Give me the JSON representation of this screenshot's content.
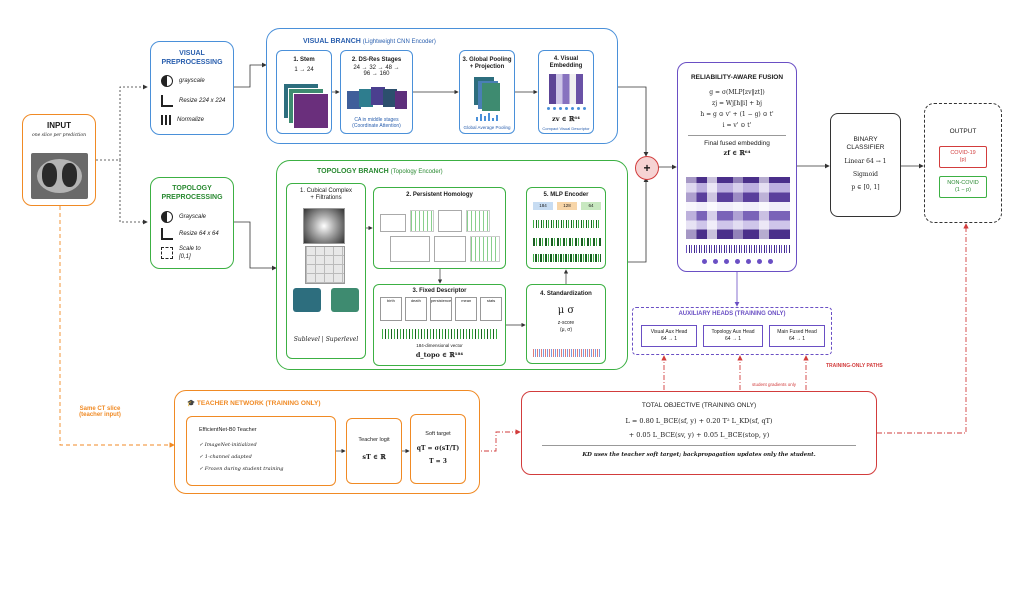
{
  "input": {
    "title": "INPUT",
    "subtitle": "one slice per prediction",
    "teacher_note": "Same CT slice",
    "teacher_note2": "(teacher input)"
  },
  "visual_pre": {
    "title_line1": "VISUAL",
    "title_line2": "PREPROCESSING",
    "items": [
      "grayscale",
      "Resize 224 x 224",
      "Normalize"
    ]
  },
  "topo_pre": {
    "title_line1": "TOPOLOGY",
    "title_line2": "PREPROCESSING",
    "items": [
      "Grayscale",
      "Resize 64 x 64",
      "Scale to",
      "[0,1]"
    ]
  },
  "visual_branch": {
    "title": "VISUAL BRANCH",
    "subtitle": "(Lightweight CNN Encoder)",
    "stem_title": "1. Stem",
    "stem_dims": "1 → 24",
    "ds_title": "2. DS-Res Stages",
    "ds_dims1": "24 → 32 → 48 →",
    "ds_dims2": "96 → 160",
    "ds_note1": "CA in middle stages",
    "ds_note2": "(Coordinate Attention)",
    "gp_title1": "3. Global Pooling",
    "gp_title2": "+ Projection",
    "gp_note": "Global Average Pooling",
    "ve_title1": "4. Visual",
    "ve_title2": "Embedding",
    "ve_formula": "zv ∈ ℝ⁶⁴",
    "ve_note": "Compact Visual Descriptor"
  },
  "topo_branch": {
    "title": "TOPOLOGY BRANCH",
    "subtitle": "(Topology Encoder)",
    "cc_title1": "1. Cubical Complex",
    "cc_title2": "+ Filtrations",
    "cc_note": "Sublevel | Superlevel",
    "ph_title": "2. Persistent Homology",
    "fd_title": "3. Fixed Descriptor",
    "fd_cols": [
      "birth",
      "death",
      "persistence",
      "mean",
      "stats"
    ],
    "fd_note": "184-dimensional vector",
    "fd_formula": "d_topo ∈ ℝ¹⁸⁴",
    "mlp_title": "5. MLP Encoder",
    "mlp_dims": [
      "184",
      "128",
      "64"
    ],
    "std_title": "4. Standardization",
    "std_symbols": "μ   σ",
    "std_note1": "z-score",
    "std_note2": "(μ, σ)"
  },
  "fusion": {
    "title": "RELIABILITY-AWARE FUSION",
    "lines": [
      "g = σ(MLP[zv‖zt])",
      "zj = Wj[h‖i] + bj",
      "h = g ⊙ v' + (1 − g) ⊙ t'",
      "i = v' ⊙ t'"
    ],
    "embedding_title": "Final fused embedding",
    "embedding_formula": "zf ∈ ℝ⁶⁴",
    "plus": "+"
  },
  "classifier": {
    "title_line1": "BINARY",
    "title_line2": "CLASSIFIER",
    "linear": "Linear 64 → 1",
    "sigmoid": "Sigmoid",
    "prob": "p ∈ [0, 1]"
  },
  "output": {
    "title": "OUTPUT",
    "covid_label": "COVID-19",
    "covid_sub": "(p)",
    "noncovid_label": "NON-COVID",
    "noncovid_sub": "(1 − p)"
  },
  "aux": {
    "title": "AUXILIARY HEADS (TRAINING ONLY)",
    "heads": [
      {
        "name": "Visual Aux Head",
        "dims": "64 → 1"
      },
      {
        "name": "Topology Aux Head",
        "dims": "64 → 1"
      },
      {
        "name": "Main Fused Head",
        "dims": "64 → 1"
      }
    ],
    "student_note": "student gradients only",
    "training_paths": "TRAINING-ONLY PATHS"
  },
  "teacher": {
    "title": "TEACHER NETWORK (TRAINING ONLY)",
    "model": "EfficientNet-B0 Teacher",
    "bullets": [
      "ImageNet-initialized",
      "1-channel adapted",
      "Frozen during student training"
    ],
    "logit_title": "Teacher logit",
    "logit_formula": "sT ∈ ℝ",
    "soft_title": "Soft target",
    "soft_formula": "qT = σ(sT/T)",
    "soft_T": "T = 3"
  },
  "objective": {
    "title": "TOTAL OBJECTIVE (TRAINING ONLY)",
    "line1": "L = 0.80 L_BCE(sf, y) + 0.20 T² L_KD(sf, qT)",
    "line2": "+ 0.05 L_BCE(sv, y) + 0.05 L_BCE(stop, y)",
    "note": "KD uses the teacher soft target; backpropagation updates only the student."
  },
  "colors": {
    "blue": "#4a90d9",
    "green": "#3cb043",
    "orange": "#f08a24",
    "purple": "#6a4fc4",
    "red": "#d23c3c",
    "dark": "#333333"
  }
}
